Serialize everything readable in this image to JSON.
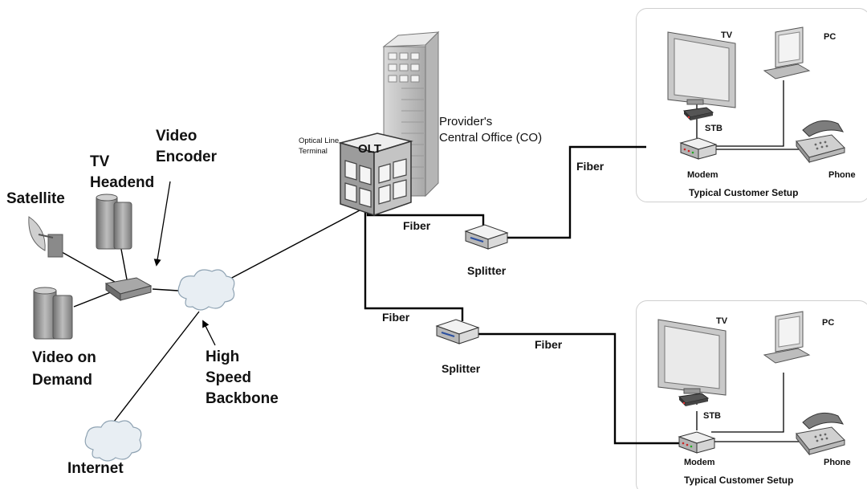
{
  "sources": {
    "satellite": "Satellite",
    "tv_headend": [
      "TV",
      "Headend"
    ],
    "video_encoder": [
      "Video",
      "Encoder"
    ],
    "video_on_demand": [
      "Video on",
      "Demand"
    ],
    "backbone": [
      "High",
      "Speed",
      "Backbone"
    ],
    "internet": "Internet"
  },
  "central_office": {
    "olt_badge": "OLT",
    "olt_label": [
      "Optical Line",
      "Terminal"
    ],
    "provider_label": [
      "Provider's",
      "Central Office (CO)"
    ]
  },
  "links": {
    "fiber_olt_top": "Fiber",
    "fiber_olt_bottom": "Fiber",
    "fiber_top_customer": "Fiber",
    "fiber_bottom_customer": "Fiber"
  },
  "splitters": {
    "top": "Splitter",
    "bottom": "Splitter"
  },
  "customers": [
    {
      "tv": "TV",
      "pc": "PC",
      "stb": "STB",
      "modem": "Modem",
      "phone": "Phone",
      "caption": "Typical Customer Setup"
    },
    {
      "tv": "TV",
      "pc": "PC",
      "stb": "STB",
      "modem": "Modem",
      "phone": "Phone",
      "caption": "Typical Customer Setup"
    }
  ],
  "colors": {
    "line": "#000000",
    "device_gray": "#9a9a9a",
    "cloud_fill": "#e8eef3",
    "box_border": "#cfcfcf"
  }
}
